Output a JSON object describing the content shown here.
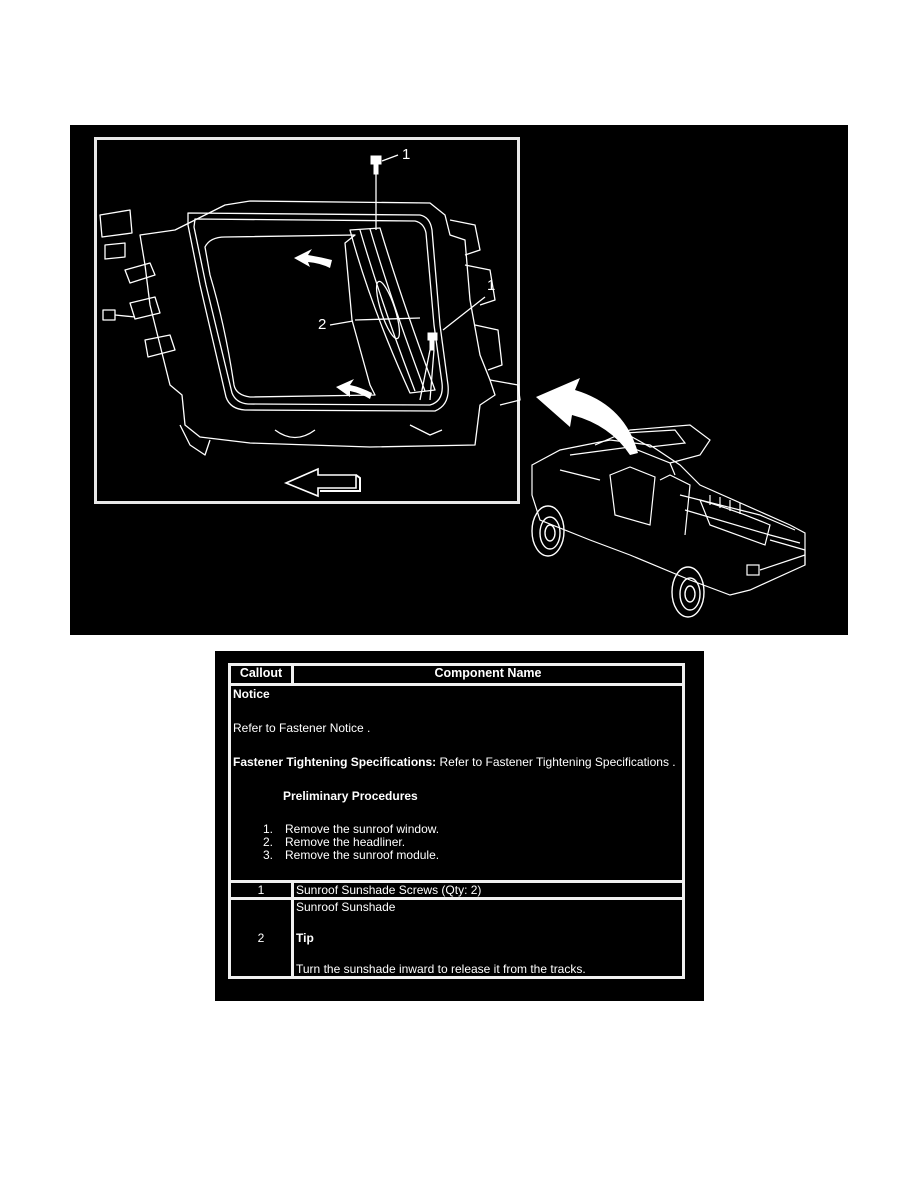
{
  "figure": {
    "callouts": [
      {
        "id": "callout-1-top",
        "label": "1"
      },
      {
        "id": "callout-1-right",
        "label": "1"
      },
      {
        "id": "callout-2",
        "label": "2"
      }
    ],
    "colors": {
      "background": "#000000",
      "lines": "#ffffff",
      "inset_border": "#e8e8e8"
    }
  },
  "table": {
    "headers": {
      "callout": "Callout",
      "component": "Component Name"
    },
    "notice": {
      "title": "Notice",
      "text": "Refer to Fastener Notice .",
      "spec_label": "Fastener Tightening Specifications:",
      "spec_text": " Refer to Fastener Tightening Specifications .",
      "prelim_title": "Preliminary Procedures",
      "steps": [
        {
          "num": "1.",
          "text": "Remove the sunroof window."
        },
        {
          "num": "2.",
          "text": "Remove the headliner."
        },
        {
          "num": "3.",
          "text": "Remove the sunroof module."
        }
      ]
    },
    "rows": [
      {
        "callout": "1",
        "name": "Sunroof Sunshade Screws (Qty: 2)"
      },
      {
        "callout": "2",
        "name": "Sunroof Sunshade",
        "tip_label": "Tip",
        "tip_text": "Turn the sunshade inward to release it from the tracks."
      }
    ]
  }
}
